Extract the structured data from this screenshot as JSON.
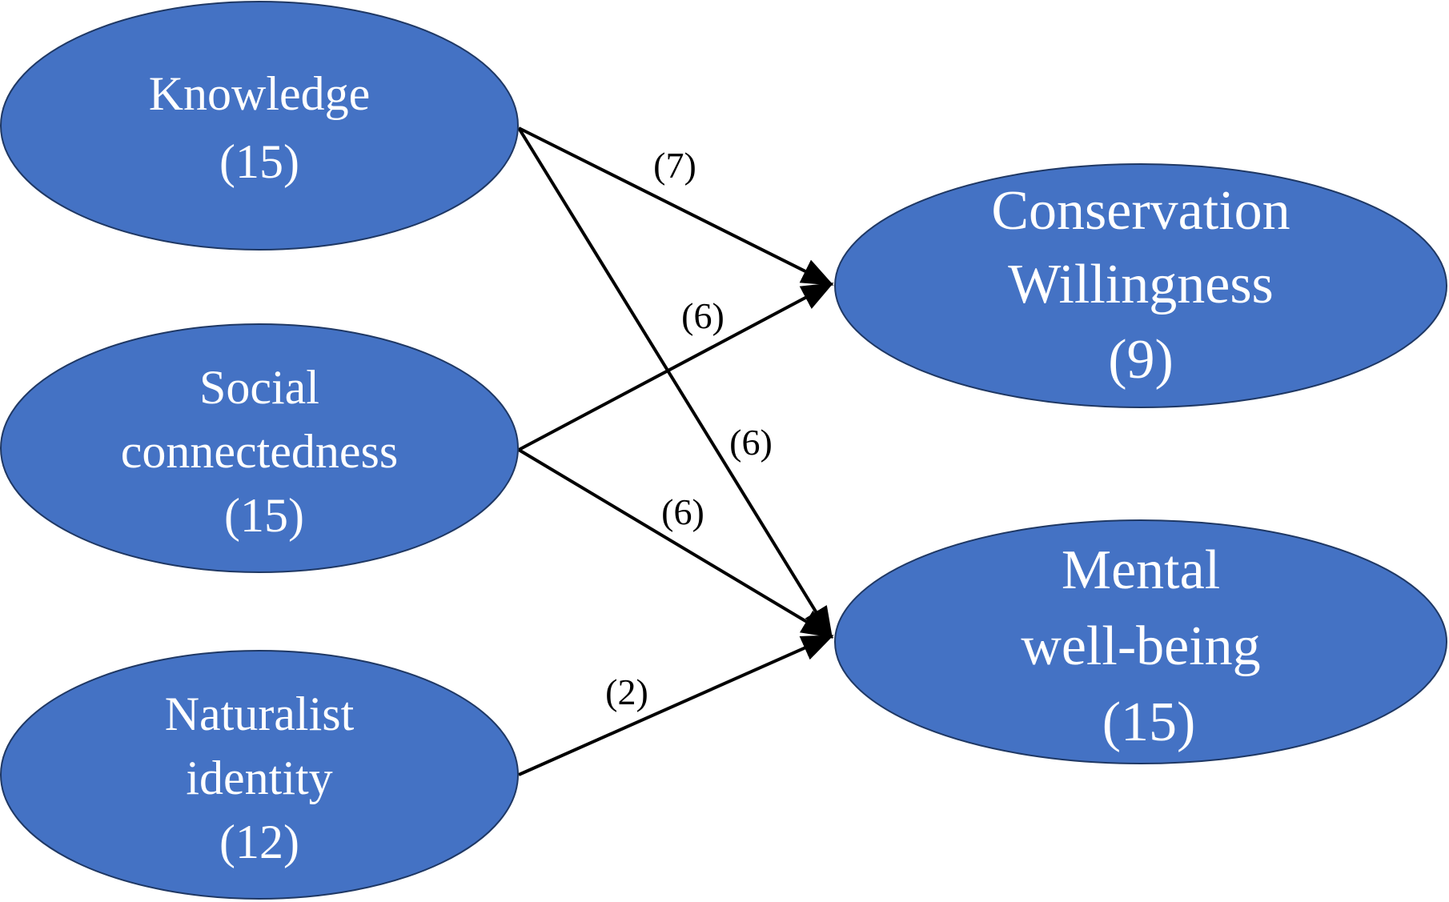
{
  "colors": {
    "node_fill": "#4472c4",
    "node_text": "#ffffff",
    "edge": "#000000"
  },
  "nodes": {
    "knowledge": {
      "line1": "Knowledge",
      "count": "(15)"
    },
    "social": {
      "line1": "Social",
      "line2": "connectedness",
      "count": "(15)"
    },
    "naturalist": {
      "line1": "Naturalist",
      "line2": "identity",
      "count": "(12)"
    },
    "conservation": {
      "line1": "Conservation",
      "line2": "Willingness",
      "count": "(9)"
    },
    "mental": {
      "line1": "Mental",
      "line2": "well-being",
      "count": "(15)"
    }
  },
  "edges": {
    "knowledge_conservation": "(7)",
    "social_conservation": "(6)",
    "knowledge_mental": "(6)",
    "social_mental": "(6)",
    "naturalist_mental": "(2)"
  }
}
